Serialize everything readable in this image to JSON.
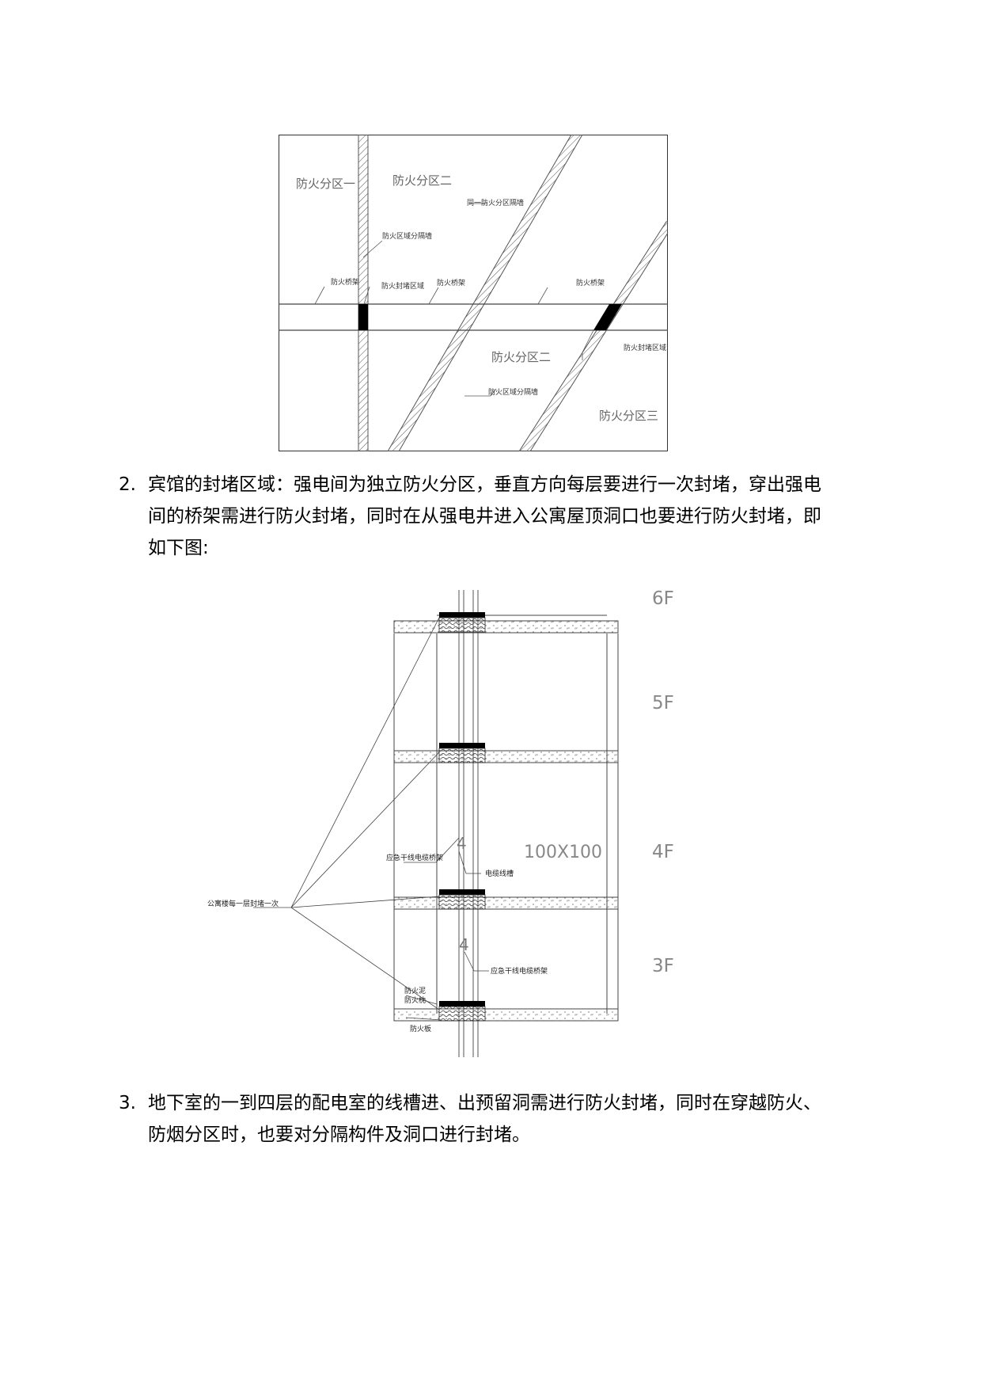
{
  "fig1": {
    "zone_1": "防火分区一",
    "zone_2_top": "防火分区二",
    "zone_2_mid": "防火分区二",
    "zone_3": "防火分区三",
    "same_zone_wall": "同一防火分区隔墙",
    "zone_wall_top": "防火区域分隔墙",
    "zone_wall_bottom": "防火区域分隔墙",
    "tray_left": "防火桥架",
    "seal_left": "防火封堵区域",
    "tray_mid": "防火桥架",
    "tray_right": "防火桥架",
    "seal_right": "防火封堵区域"
  },
  "para2": {
    "number": "2.",
    "lines": [
      "宾馆的封堵区域：强电间为独立防火分区，垂直方向每层要进行一次封堵，穿出强电",
      "间的桥架需进行防火封堵，同时在从强电井进入公寓屋顶洞口也要进行防火封堵，即",
      "如下图:"
    ]
  },
  "fig2": {
    "floors": [
      "6F",
      "5F",
      "4F",
      "3F"
    ],
    "size_label": "100X100",
    "mark_upper": "4",
    "mark_lower": "4",
    "emergency_tray_upper": "应急干线电缆桥架",
    "cable_trunk": "电缆线槽",
    "seal_each_floor": "公寓楼每一层封堵一次",
    "emergency_tray_lower": "应急干线电缆桥架",
    "fire_mud": "防火泥",
    "fire_pack": "防火枕",
    "fire_board": "防火板"
  },
  "para3": {
    "number": "3.",
    "lines": [
      "地下室的一到四层的配电室的线槽进、出预留洞需进行防火封堵，同时在穿越防火、",
      "防烟分区时，也要对分隔构件及洞口进行封堵。"
    ]
  }
}
